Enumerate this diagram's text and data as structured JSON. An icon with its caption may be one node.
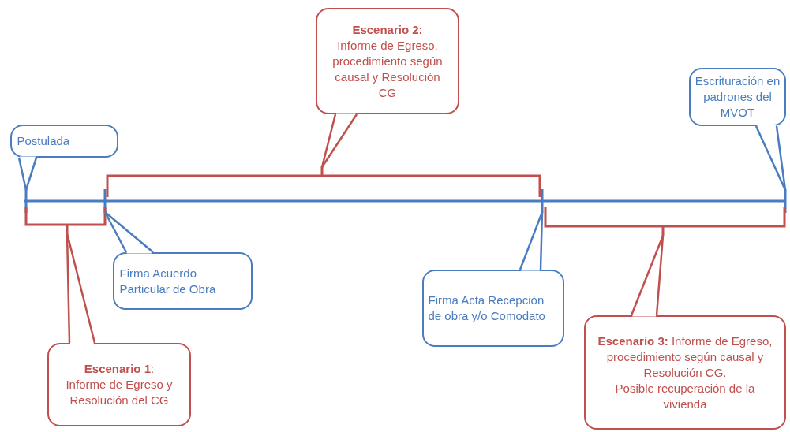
{
  "diagram": {
    "nodes": [
      {
        "text": [
          "**Escenario 2:**",
          "Informe de Egreso, procedimiento según causal y Resolución CG"
        ]
      },
      {
        "text": [
          "Escrituración en padrones del MVOT"
        ]
      },
      {
        "text": [
          "Postulada"
        ]
      },
      {
        "text": [
          "Firma Acuerdo Particular de Obra"
        ]
      },
      {
        "text": [
          "Firma Acta Recepción de obra y/o Comodato"
        ]
      },
      {
        "text": [
          "**Escenario 1**:",
          "Informe de Egreso y Resolución del CG"
        ]
      },
      {
        "text": [
          "**Escenario 3:** Informe de Egreso, procedimiento según causal y Resolución CG.",
          "Posible recuperación de la vivienda"
        ]
      },
      {
        "text": [],
        "shape": "bar"
      },
      {
        "text": [],
        "shape": "bracket"
      },
      {
        "text": [],
        "shape": "bracket"
      },
      {
        "text": [],
        "shape": "bracket"
      }
    ],
    "edges": [
      {
        "from": 0,
        "to": 9,
        "arrow": "none",
        "color": "#c0504d"
      },
      {
        "from": 1,
        "to": 7,
        "arrow": "none"
      },
      {
        "from": 2,
        "to": 7,
        "arrow": "none"
      },
      {
        "from": 3,
        "to": 7,
        "arrow": "none"
      },
      {
        "from": 4,
        "to": 7,
        "arrow": "none"
      },
      {
        "from": 5,
        "to": 8,
        "arrow": "none",
        "color": "#c0504d"
      },
      {
        "from": 6,
        "to": 10,
        "arrow": "none",
        "color": "#c0504d"
      }
    ]
  }
}
